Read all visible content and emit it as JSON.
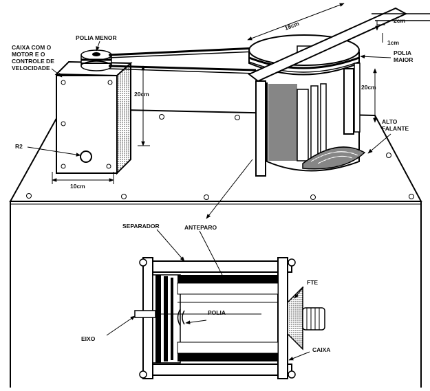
{
  "labels": {
    "caixa_line1": "CAIXA COM O",
    "caixa_line2": "MOTOR E O",
    "caixa_line3": "CONTROLE DE",
    "caixa_line4": "VELOCIDADE",
    "polia_menor": "POLIA MENOR",
    "polia_maior_line1": "POLIA",
    "polia_maior_line2": "MAIOR",
    "alto_falante_line1": "ALTO",
    "alto_falante_line2": "FALANTE",
    "r2": "R2",
    "separador": "SEPARADOR",
    "anteparo": "ANTEPARO",
    "fte": "FTE",
    "polia": "POLIA",
    "eixo": "EIXO",
    "caixa": "CAIXA"
  },
  "dimensions": {
    "d18": "18cm",
    "d2": "2cm",
    "d1": "1cm",
    "d20_left": "20cm",
    "d20_right": "20cm",
    "d10": "10cm"
  }
}
